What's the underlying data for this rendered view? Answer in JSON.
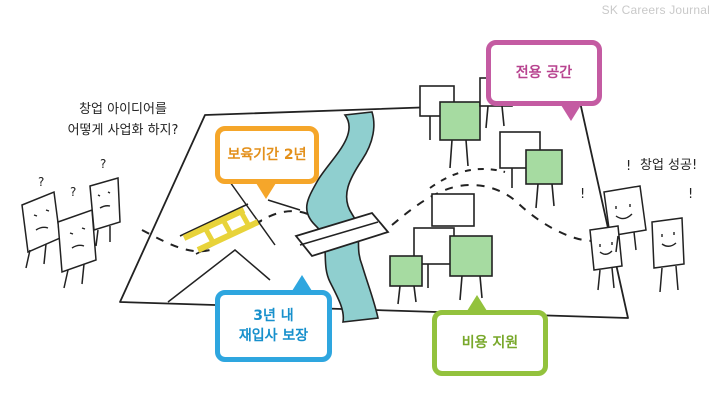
{
  "watermark": "SK Careers Journal",
  "left_thought": {
    "line1": "창업 아이디어를",
    "line2": "어떻게 사업화 하지?"
  },
  "right_cheer": "창업 성공!",
  "bubbles": {
    "care": "보육기간 2년",
    "space": "전용 공간",
    "rehire_line1": "3년 내",
    "rehire_line2": "재입사 보장",
    "cost": "비용 지원"
  },
  "colors": {
    "orange": "#f5a62a",
    "magenta": "#c45ba2",
    "blue": "#2ea6df",
    "green": "#93c23d",
    "river": "#8fcfcf",
    "building": "#a6dba1"
  }
}
